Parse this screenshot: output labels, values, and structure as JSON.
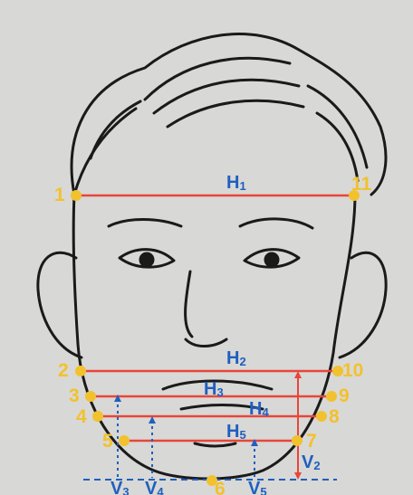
{
  "colors": {
    "landmark": "#f2c12e",
    "horizontal_line": "#e8463a",
    "vertical_line": "#1f5fbf",
    "label": "#1f5fbf",
    "paper": "#d8d8d6",
    "ink": "#1a1a1a"
  },
  "landmarks": [
    {
      "id": "1",
      "label": "1"
    },
    {
      "id": "2",
      "label": "2"
    },
    {
      "id": "3",
      "label": "3"
    },
    {
      "id": "4",
      "label": "4"
    },
    {
      "id": "5",
      "label": "5"
    },
    {
      "id": "6",
      "label": "6"
    },
    {
      "id": "7",
      "label": "7"
    },
    {
      "id": "8",
      "label": "8"
    },
    {
      "id": "9",
      "label": "9"
    },
    {
      "id": "10",
      "label": "10"
    },
    {
      "id": "11",
      "label": "11"
    }
  ],
  "horizontal_measures": [
    {
      "id": "H1",
      "base": "H",
      "sub": "1"
    },
    {
      "id": "H2",
      "base": "H",
      "sub": "2"
    },
    {
      "id": "H3",
      "base": "H",
      "sub": "3"
    },
    {
      "id": "H4",
      "base": "H",
      "sub": "4"
    },
    {
      "id": "H5",
      "base": "H",
      "sub": "5"
    }
  ],
  "vertical_measures": [
    {
      "id": "V2",
      "base": "V",
      "sub": "2"
    },
    {
      "id": "V3",
      "base": "V",
      "sub": "3"
    },
    {
      "id": "V4",
      "base": "V",
      "sub": "4"
    },
    {
      "id": "V5",
      "base": "V",
      "sub": "5"
    }
  ]
}
